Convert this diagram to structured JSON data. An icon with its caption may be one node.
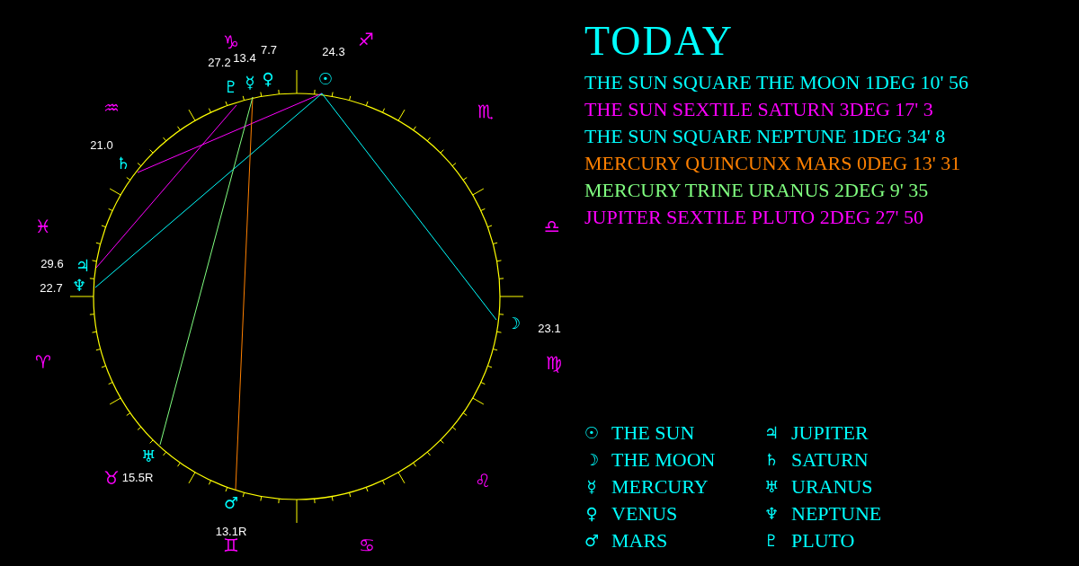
{
  "diagram": {
    "title": "TODAY",
    "nodes": [
      {
        "text": [
          "☉"
        ],
        "beside": [
          "24.3"
        ]
      },
      {
        "text": [
          "☽"
        ],
        "beside": [
          "23.1"
        ]
      },
      {
        "text": [
          "☿"
        ],
        "beside": [
          "13.4"
        ]
      },
      {
        "text": [
          "♀"
        ],
        "beside": [
          "7.7"
        ]
      },
      {
        "text": [
          "♂"
        ],
        "beside": [
          "13.1R"
        ]
      },
      {
        "text": [
          "♃"
        ],
        "beside": [
          "29.6"
        ]
      },
      {
        "text": [
          "♄"
        ],
        "beside": [
          "21.0"
        ]
      },
      {
        "text": [
          "♅"
        ],
        "beside": [
          "15.5R"
        ]
      },
      {
        "text": [
          "♆"
        ],
        "beside": [
          "22.7"
        ]
      },
      {
        "text": [
          "♇"
        ],
        "beside": [
          "27.2"
        ]
      }
    ],
    "edges": [
      {
        "from": 0,
        "to": 1,
        "arrow": "none",
        "color": "#00ffff"
      },
      {
        "from": 0,
        "to": 6,
        "arrow": "none",
        "color": "#ff00ff"
      },
      {
        "from": 0,
        "to": 8,
        "arrow": "none",
        "color": "#00ffff"
      },
      {
        "from": 2,
        "to": 4,
        "arrow": "none",
        "color": "#ff8000"
      },
      {
        "from": 2,
        "to": 7,
        "arrow": "none",
        "color": "#80ff80"
      },
      {
        "from": 5,
        "to": 9,
        "arrow": "none",
        "color": "#ff00ff"
      }
    ],
    "labels": [
      "♑",
      "♐",
      "♒",
      "♏",
      "♓",
      "♎",
      "♈",
      "♍",
      "♉",
      "♌",
      "♊",
      "♋",
      "THE SUN SQUARE THE MOON 1DEG 10' 56",
      "THE SUN SEXTILE SATURN 3DEG 17' 3",
      "THE SUN SQUARE NEPTUNE 1DEG 34' 8",
      "MERCURY QUINCUNX MARS 0DEG 13' 31",
      "MERCURY TRINE URANUS 2DEG 9' 35",
      "JUPITER SEXTILE PLUTO 2DEG 27' 50",
      "☉",
      "THE SUN",
      "♃",
      "JUPITER",
      "☽",
      "THE MOON",
      "♄",
      "SATURN",
      "☿",
      "MERCURY",
      "♅",
      "URANUS",
      "♀",
      "VENUS",
      "♆",
      "NEPTUNE",
      "♂",
      "MARS",
      "♇",
      "PLUTO"
    ]
  }
}
